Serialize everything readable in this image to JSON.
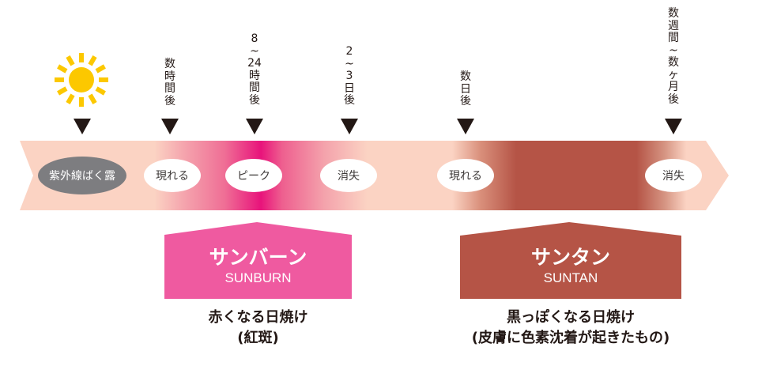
{
  "timeline": {
    "markers": [
      {
        "icon": "sun-icon",
        "label": ""
      },
      {
        "label": "数\n時\n間\n後"
      },
      {
        "label": "8\n~\n24\n時\n間\n後"
      },
      {
        "label": "2\n~\n3\n日\n後"
      },
      {
        "label": "数\n日\n後"
      },
      {
        "label": "数\n週\n間\n~\n数\nヶ\n月\n後"
      }
    ],
    "stages": [
      {
        "label": "紫外線ばく露"
      },
      {
        "label": "現れる"
      },
      {
        "label": "ピーク"
      },
      {
        "label": "消失"
      },
      {
        "label": "現れる"
      },
      {
        "label": "消失"
      }
    ]
  },
  "sunburn": {
    "title_ja": "サンバーン",
    "title_en": "SUNBURN",
    "desc_line1": "赤くなる日焼け",
    "desc_line2": "(紅斑)"
  },
  "suntan": {
    "title_ja": "サンタン",
    "title_en": "SUNTAN",
    "desc_line1": "黒っぽくなる日焼け",
    "desc_line2": "(皮膚に色素沈着が起きたもの)"
  },
  "colors": {
    "band_base": "#fbd3c3",
    "sunburn_peak": "#e8137b",
    "sunburn_box": "#ef5aa0",
    "suntan": "#b55446",
    "sun": "#fcc800",
    "exposure_oval": "#7d7d80"
  }
}
